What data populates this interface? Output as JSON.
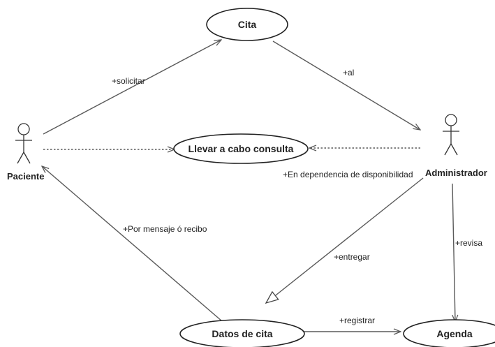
{
  "actors": {
    "paciente": "Paciente",
    "administrador": "Administrador"
  },
  "use_cases": {
    "cita": "Cita",
    "llevar_consulta": "Llevar a cabo consulta",
    "datos_cita": "Datos de cita",
    "agenda": "Agenda"
  },
  "relations": {
    "solicitar": "+solicitar",
    "al": "+al",
    "en_dependencia": "+En dependencia de disponibilidad",
    "por_mensaje": "+Por mensaje ó recibo",
    "entregar": "+entregar",
    "revisa": "+revisa",
    "registrar": "+registrar"
  },
  "colors": {
    "line": "#5a5a5a",
    "stroke": "#222222",
    "background": "#ffffff"
  }
}
